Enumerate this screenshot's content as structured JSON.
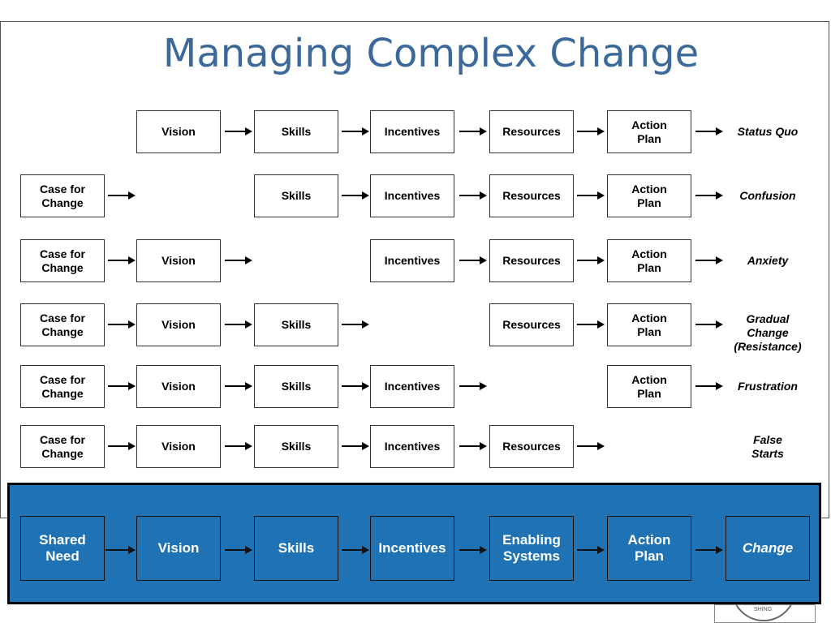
{
  "title": "Managing Complex Change",
  "rows": [
    {
      "steps": [
        "Vision",
        "Skills",
        "Incentives",
        "Resources",
        "Action\nPlan"
      ],
      "outcome": "Status Quo"
    },
    {
      "steps": [
        "Case for\nChange",
        "Skills",
        "Incentives",
        "Resources",
        "Action\nPlan"
      ],
      "outcome": "Confusion"
    },
    {
      "steps": [
        "Case for\nChange",
        "Vision",
        "Incentives",
        "Resources",
        "Action\nPlan"
      ],
      "outcome": "Anxiety"
    },
    {
      "steps": [
        "Case for\nChange",
        "Vision",
        "Skills",
        "Resources",
        "Action\nPlan"
      ],
      "outcome": "Gradual\nChange\n(Resistance)"
    },
    {
      "steps": [
        "Case for\nChange",
        "Vision",
        "Skills",
        "Incentives",
        "Action\nPlan"
      ],
      "outcome": "Frustration"
    },
    {
      "steps": [
        "Case for\nChange",
        "Vision",
        "Skills",
        "Incentives",
        "Resources"
      ],
      "outcome": "False\nStarts"
    }
  ],
  "summary": {
    "steps": [
      "Shared Need",
      "Vision",
      "Skills",
      "Incentives",
      "Enabling\nSystems",
      "Action\nPlan"
    ],
    "outcome": "Change"
  },
  "colors": {
    "title": "#3b6a9a",
    "panel": "#1f72b4"
  },
  "seal_text": "SHING"
}
